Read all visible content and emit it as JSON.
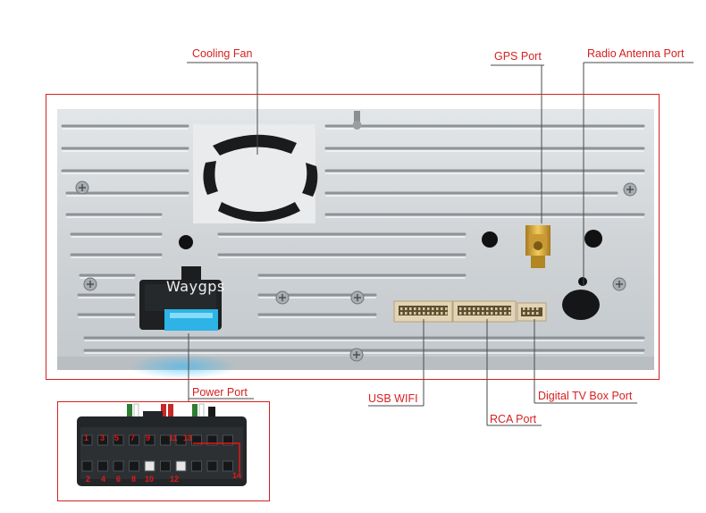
{
  "watermark": "Waygps",
  "callouts": {
    "cooling_fan": "Cooling Fan",
    "gps_port": "GPS Port",
    "radio_antenna_port": "Radio Antenna Port",
    "power_port": "Power Port",
    "usb_wifi": "USB WIFI",
    "rca_port": "RCA Port",
    "digital_tv_box_port": "Digital TV Box Port"
  },
  "power_connector": {
    "top_pins": [
      "1",
      "3",
      "5",
      "7",
      "9",
      "11",
      "13"
    ],
    "bottom_pins": [
      "2",
      "4",
      "6",
      "8",
      "10",
      "12"
    ],
    "side_pin": "14"
  },
  "colors": {
    "callout": "#d62020",
    "panel": "#c9ced3",
    "plug": "#232629",
    "fuse": "#2fb5e8"
  }
}
